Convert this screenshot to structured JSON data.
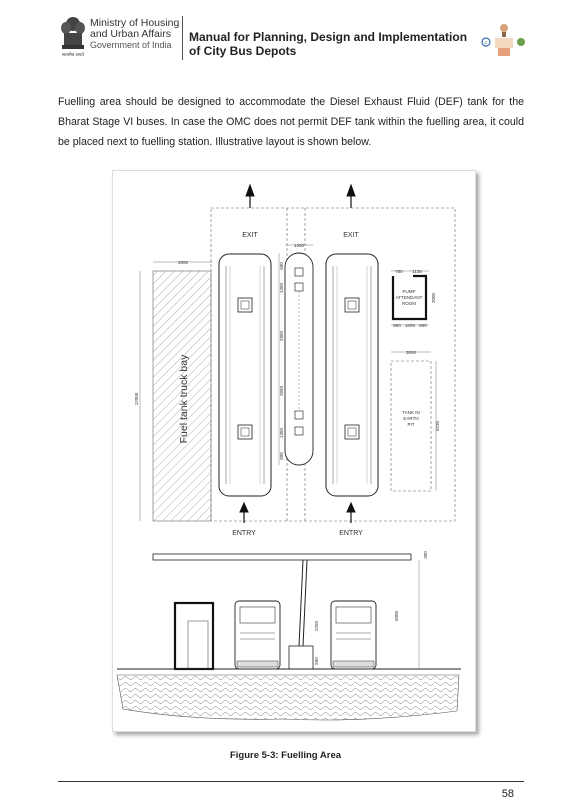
{
  "header": {
    "ministry_line1": "Ministry of Housing",
    "ministry_line2": "and Urban Affairs",
    "ministry_line3": "Government of India",
    "emblem_caption": "सत्यमेव जयते",
    "manual_line1": "Manual for Planning, Design and Implementation",
    "manual_line2": "of City Bus Depots"
  },
  "body": {
    "paragraph": "Fuelling area should be designed to accommodate the Diesel Exhaust Fluid (DEF) tank for the Bharat Stage VI buses. In case the OMC does not permit DEF tank within the fuelling area, it could be placed next to fuelling station. Illustrative layout is shown below."
  },
  "figure": {
    "exit_left": "EXIT",
    "exit_right": "EXIT",
    "entry_left": "ENTRY",
    "entry_right": "ENTRY",
    "truck_bay": "Fuel tank truck bay",
    "pump_room_1": "PUMP",
    "pump_room_2": "ATTENDANT",
    "pump_room_3": "ROOM",
    "tank_pit_1": "TANK IN",
    "tank_pit_2": "EARTH",
    "tank_pit_3": "PIT",
    "dims": {
      "d3000": "3000",
      "d12000": "12000",
      "d1200": "1200",
      "d600a": "600",
      "d1350a": "1350",
      "d2850a": "2850",
      "d2850b": "2850",
      "d1350b": "1350",
      "d600b": "600",
      "d750": "750",
      "d1135": "1135",
      "d2000": "2000",
      "d500a": "500",
      "d1000": "1000",
      "d500b": "500",
      "d3000b": "3000",
      "d6230": "6230",
      "d300": "300",
      "d5000": "5000",
      "d2250": "2250",
      "d500c": "500"
    },
    "caption": "Figure 5-3:  Fuelling Area"
  },
  "footer": {
    "page_number": "58"
  }
}
